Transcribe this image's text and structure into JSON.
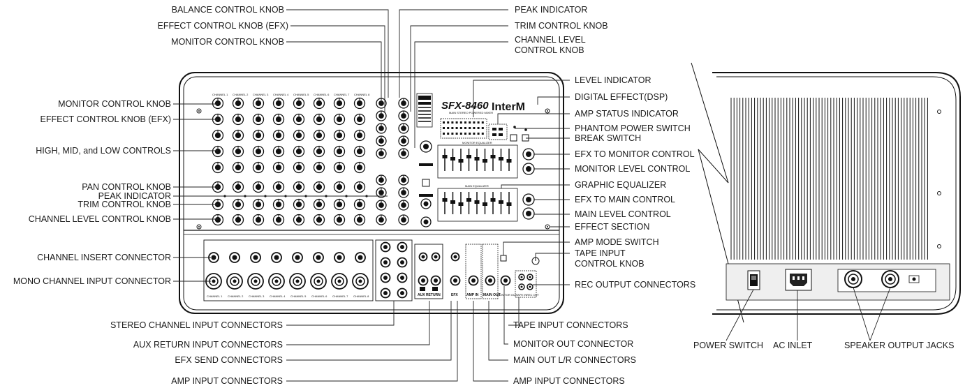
{
  "front_panel": {
    "model": "SFX-8460",
    "model_subtitle": "MAIN STEREO POWERED MIXER",
    "brand": "InterM",
    "channel_labels": [
      "CHANNEL 1",
      "CHANNEL 2",
      "CHANNEL 3",
      "CHANNEL 4",
      "CHANNEL 5",
      "CHANNEL 6",
      "CHANNEL 7",
      "CHANNEL 8"
    ],
    "bottom_labels": [
      "CHANNEL 1",
      "CHANNEL 2",
      "CHANNEL 3",
      "CHANNEL 4",
      "CHANNEL 5",
      "CHANNEL 6",
      "CHANNEL 7",
      "CHANNEL 8"
    ],
    "section_labels": {
      "aux_return": "AUX RETURN",
      "efx": "EFX",
      "amp_in": "AMP IN",
      "main_out": "MAIN OUT",
      "monitor_out": "MONITOR OUT",
      "tape_in": "TAPE IN",
      "rec_out": "REC OUT",
      "main_equalizer": "MAIN EQUALIZER",
      "monitor_equalizer": "MONITOR EQUALIZER"
    }
  },
  "labels": {
    "top": [
      "BALANCE CONTROL KNOB",
      "EFFECT CONTROL KNOB (EFX)",
      "MONITOR CONTROL KNOB",
      "PEAK INDICATOR",
      "TRIM CONTROL KNOB",
      "CHANNEL LEVEL",
      "CONTROL KNOB"
    ],
    "left": [
      "MONITOR CONTROL KNOB",
      "EFFECT CONTROL KNOB (EFX)",
      "HIGH, MID, and LOW CONTROLS",
      "PAN CONTROL KNOB",
      "PEAK INDICATOR",
      "TRIM CONTROL KNOB",
      "CHANNEL LEVEL CONTROL KNOB",
      "CHANNEL INSERT CONNECTOR",
      "MONO CHANNEL INPUT CONNECTOR"
    ],
    "right": [
      "LEVEL INDICATOR",
      "DIGITAL EFFECT(DSP)",
      "AMP STATUS INDICATOR",
      "PHANTOM POWER SWITCH",
      "BREAK SWITCH",
      "EFX TO MONITOR CONTROL",
      "MONITOR LEVEL CONTROL",
      "GRAPHIC EQUALIZER",
      "EFX TO MAIN CONTROL",
      "MAIN LEVEL CONTROL",
      "EFFECT SECTION",
      "AMP MODE SWITCH",
      "TAPE INPUT",
      "CONTROL KNOB",
      "REC OUTPUT CONNECTORS"
    ],
    "bottom_left": [
      "STEREO CHANNEL INPUT CONNECTORS",
      "AUX RETURN INPUT CONNECTORS",
      "EFX SEND CONNECTORS",
      "AMP INPUT CONNECTORS"
    ],
    "bottom_right": [
      "TAPE INPUT CONNECTORS",
      "MONITOR OUT CONNECTOR",
      "MAIN OUT L/R CONNECTORS",
      "AMP INPUT CONNECTORS"
    ],
    "rear": [
      "POWER SWITCH",
      "AC INLET",
      "SPEAKER OUTPUT JACKS"
    ]
  }
}
